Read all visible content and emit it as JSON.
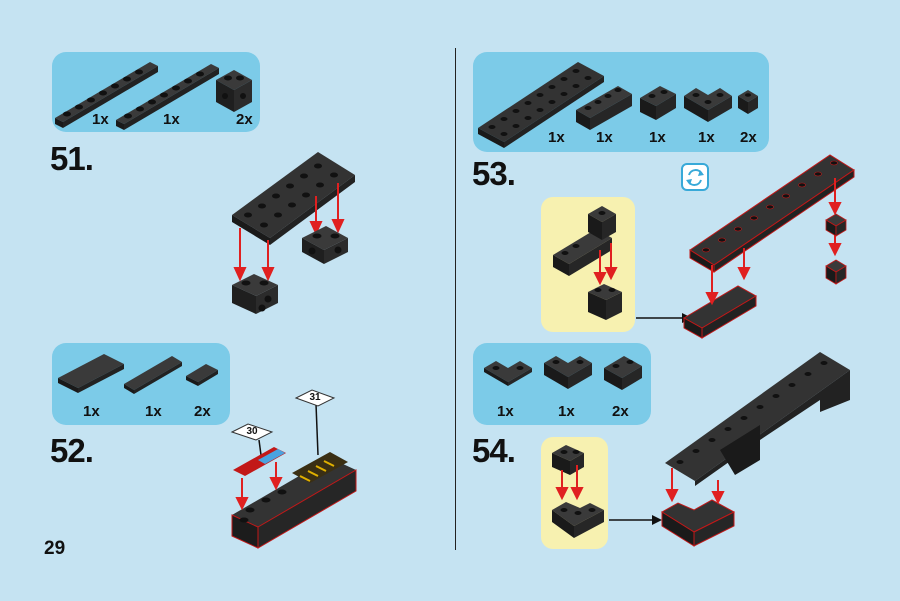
{
  "page_number": "29",
  "steps": [
    {
      "number": "51.",
      "parts": [
        "1x",
        "1x",
        "2x"
      ]
    },
    {
      "number": "52.",
      "parts": [
        "1x",
        "1x",
        "2x"
      ],
      "callouts": [
        "30",
        "31"
      ]
    },
    {
      "number": "53.",
      "parts": [
        "1x",
        "1x",
        "1x",
        "1x",
        "2x"
      ]
    },
    {
      "number": "54.",
      "parts": [
        "1x",
        "1x",
        "2x"
      ]
    }
  ],
  "icons": {
    "rotate": "rotate-model-icon"
  },
  "colors": {
    "background": "#c5e3f2",
    "parts_panel": "#7ccbe8",
    "subassembly_panel": "#f7f1b0",
    "arrow": "#e02020",
    "brick": "#2b2b2b",
    "highlight": "#d81e1e"
  }
}
